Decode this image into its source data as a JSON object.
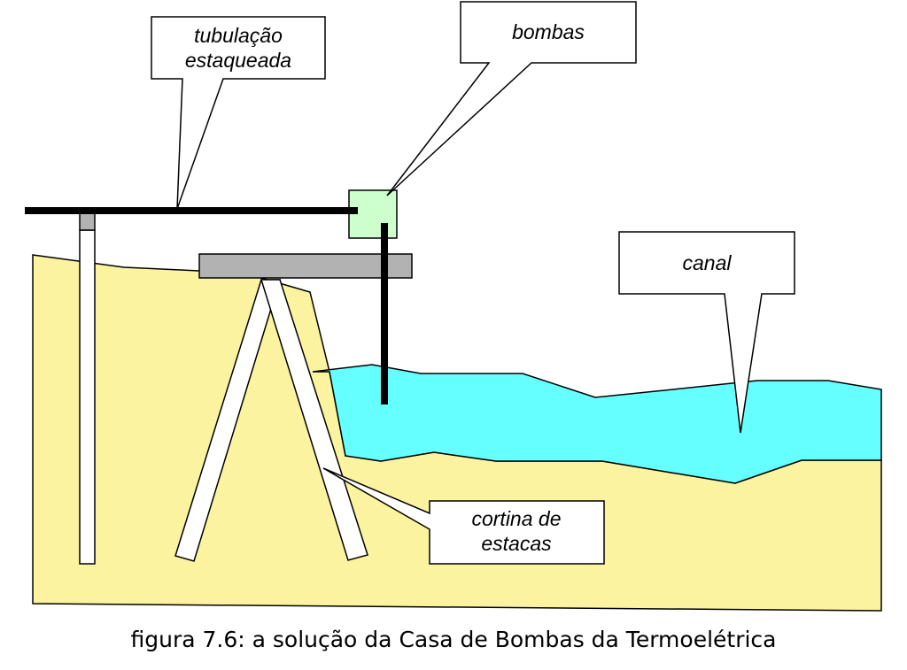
{
  "colors": {
    "soil": "#fbf3a0",
    "water": "#66ffff",
    "pump": "#ccffcc",
    "slab": "#b2b2b2",
    "pile": "#ffffff",
    "pipe": "#000000",
    "outline": "#000000"
  },
  "labels": {
    "tubulacao_line1": "tubulação",
    "tubulacao_line2": "estaqueada",
    "bombas": "bombas",
    "canal": "canal",
    "cortina_line1": "cortina de",
    "cortina_line2": "estacas"
  },
  "caption": "figura 7.6: a solução da Casa de Bombas da Termoelétrica"
}
